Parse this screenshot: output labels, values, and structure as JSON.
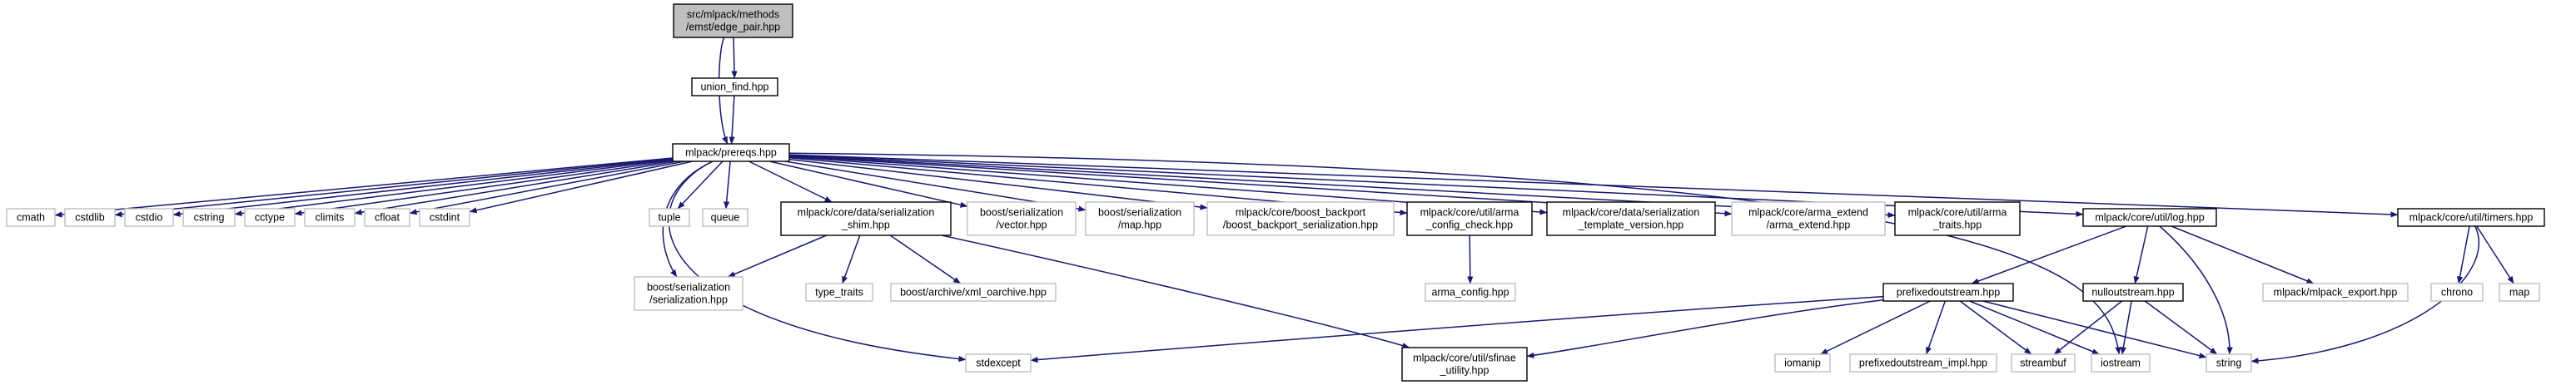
{
  "colors": {
    "edge": "#191970",
    "root_fill": "#bfbfbf",
    "linked_stroke": "#000000",
    "external_stroke": "#bfbfbf",
    "text": "#000000",
    "background": "#ffffff"
  },
  "nodes": [
    {
      "id": "root",
      "lines": [
        "src/mlpack/methods",
        "/emst/edge_pair.hpp"
      ],
      "kind": "root"
    },
    {
      "id": "union_find",
      "lines": [
        "union_find.hpp"
      ],
      "kind": "linked"
    },
    {
      "id": "prereqs",
      "lines": [
        "mlpack/prereqs.hpp"
      ],
      "kind": "linked"
    },
    {
      "id": "cmath",
      "lines": [
        "cmath"
      ],
      "kind": "external"
    },
    {
      "id": "cstdlib",
      "lines": [
        "cstdlib"
      ],
      "kind": "external"
    },
    {
      "id": "cstdio",
      "lines": [
        "cstdio"
      ],
      "kind": "external"
    },
    {
      "id": "cstring",
      "lines": [
        "cstring"
      ],
      "kind": "external"
    },
    {
      "id": "cctype",
      "lines": [
        "cctype"
      ],
      "kind": "external"
    },
    {
      "id": "climits",
      "lines": [
        "climits"
      ],
      "kind": "external"
    },
    {
      "id": "cfloat",
      "lines": [
        "cfloat"
      ],
      "kind": "external"
    },
    {
      "id": "cstdint",
      "lines": [
        "cstdint"
      ],
      "kind": "external"
    },
    {
      "id": "tuple",
      "lines": [
        "tuple"
      ],
      "kind": "external"
    },
    {
      "id": "queue",
      "lines": [
        "queue"
      ],
      "kind": "external"
    },
    {
      "id": "shim",
      "lines": [
        "mlpack/core/data/serialization",
        "_shim.hpp"
      ],
      "kind": "linked"
    },
    {
      "id": "boost_vector",
      "lines": [
        "boost/serialization",
        "/vector.hpp"
      ],
      "kind": "external"
    },
    {
      "id": "boost_map",
      "lines": [
        "boost/serialization",
        "/map.hpp"
      ],
      "kind": "external"
    },
    {
      "id": "boost_backport",
      "lines": [
        "mlpack/core/boost_backport",
        "/boost_backport_serialization.hpp"
      ],
      "kind": "external"
    },
    {
      "id": "arma_config_check",
      "lines": [
        "mlpack/core/util/arma",
        "_config_check.hpp"
      ],
      "kind": "linked"
    },
    {
      "id": "template_version",
      "lines": [
        "mlpack/core/data/serialization",
        "_template_version.hpp"
      ],
      "kind": "linked"
    },
    {
      "id": "arma_extend",
      "lines": [
        "mlpack/core/arma_extend",
        "/arma_extend.hpp"
      ],
      "kind": "external"
    },
    {
      "id": "arma_traits",
      "lines": [
        "mlpack/core/util/arma",
        "_traits.hpp"
      ],
      "kind": "linked"
    },
    {
      "id": "log",
      "lines": [
        "mlpack/core/util/log.hpp"
      ],
      "kind": "linked"
    },
    {
      "id": "timers",
      "lines": [
        "mlpack/core/util/timers.hpp"
      ],
      "kind": "linked"
    },
    {
      "id": "boost_serialization",
      "lines": [
        "boost/serialization",
        "/serialization.hpp"
      ],
      "kind": "external"
    },
    {
      "id": "type_traits",
      "lines": [
        "type_traits"
      ],
      "kind": "external"
    },
    {
      "id": "xml_oarchive",
      "lines": [
        "boost/archive/xml_oarchive.hpp"
      ],
      "kind": "external"
    },
    {
      "id": "arma_config",
      "lines": [
        "arma_config.hpp"
      ],
      "kind": "external"
    },
    {
      "id": "prefixedoutstream",
      "lines": [
        "prefixedoutstream.hpp"
      ],
      "kind": "linked"
    },
    {
      "id": "nulloutstream",
      "lines": [
        "nulloutstream.hpp"
      ],
      "kind": "linked"
    },
    {
      "id": "mlpack_export",
      "lines": [
        "mlpack/mlpack_export.hpp"
      ],
      "kind": "external"
    },
    {
      "id": "chrono",
      "lines": [
        "chrono"
      ],
      "kind": "external"
    },
    {
      "id": "map",
      "lines": [
        "map"
      ],
      "kind": "external"
    },
    {
      "id": "stdexcept",
      "lines": [
        "stdexcept"
      ],
      "kind": "external"
    },
    {
      "id": "sfinae",
      "lines": [
        "mlpack/core/util/sfinae",
        "_utility.hpp"
      ],
      "kind": "linked"
    },
    {
      "id": "iomanip",
      "lines": [
        "iomanip"
      ],
      "kind": "external"
    },
    {
      "id": "prefixedoutstream_impl",
      "lines": [
        "prefixedoutstream_impl.hpp"
      ],
      "kind": "external"
    },
    {
      "id": "streambuf",
      "lines": [
        "streambuf"
      ],
      "kind": "external"
    },
    {
      "id": "iostream",
      "lines": [
        "iostream"
      ],
      "kind": "external"
    },
    {
      "id": "string",
      "lines": [
        "string"
      ],
      "kind": "external"
    }
  ],
  "edges": [
    [
      "root",
      "union_find"
    ],
    [
      "root",
      "prereqs"
    ],
    [
      "union_find",
      "prereqs"
    ],
    [
      "prereqs",
      "cmath"
    ],
    [
      "prereqs",
      "cstdlib"
    ],
    [
      "prereqs",
      "cstdio"
    ],
    [
      "prereqs",
      "cstring"
    ],
    [
      "prereqs",
      "cctype"
    ],
    [
      "prereqs",
      "climits"
    ],
    [
      "prereqs",
      "cfloat"
    ],
    [
      "prereqs",
      "cstdint"
    ],
    [
      "prereqs",
      "stdexcept"
    ],
    [
      "prereqs",
      "boost_serialization"
    ],
    [
      "prereqs",
      "tuple"
    ],
    [
      "prereqs",
      "queue"
    ],
    [
      "prereqs",
      "shim"
    ],
    [
      "prereqs",
      "boost_vector"
    ],
    [
      "prereqs",
      "boost_map"
    ],
    [
      "prereqs",
      "boost_backport"
    ],
    [
      "prereqs",
      "arma_config_check"
    ],
    [
      "prereqs",
      "template_version"
    ],
    [
      "prereqs",
      "arma_extend"
    ],
    [
      "prereqs",
      "arma_traits"
    ],
    [
      "prereqs",
      "iostream"
    ],
    [
      "prereqs",
      "log"
    ],
    [
      "prereqs",
      "timers"
    ],
    [
      "shim",
      "boost_serialization"
    ],
    [
      "shim",
      "type_traits"
    ],
    [
      "shim",
      "xml_oarchive"
    ],
    [
      "shim",
      "sfinae"
    ],
    [
      "arma_config_check",
      "arma_config"
    ],
    [
      "log",
      "prefixedoutstream"
    ],
    [
      "log",
      "nulloutstream"
    ],
    [
      "log",
      "mlpack_export"
    ],
    [
      "log",
      "string"
    ],
    [
      "timers",
      "chrono"
    ],
    [
      "timers",
      "map"
    ],
    [
      "timers",
      "string"
    ],
    [
      "prefixedoutstream",
      "stdexcept"
    ],
    [
      "prefixedoutstream",
      "sfinae"
    ],
    [
      "prefixedoutstream",
      "iomanip"
    ],
    [
      "prefixedoutstream",
      "prefixedoutstream_impl"
    ],
    [
      "prefixedoutstream",
      "streambuf"
    ],
    [
      "prefixedoutstream",
      "iostream"
    ],
    [
      "prefixedoutstream",
      "string"
    ],
    [
      "nulloutstream",
      "streambuf"
    ],
    [
      "nulloutstream",
      "iostream"
    ],
    [
      "nulloutstream",
      "string"
    ]
  ]
}
